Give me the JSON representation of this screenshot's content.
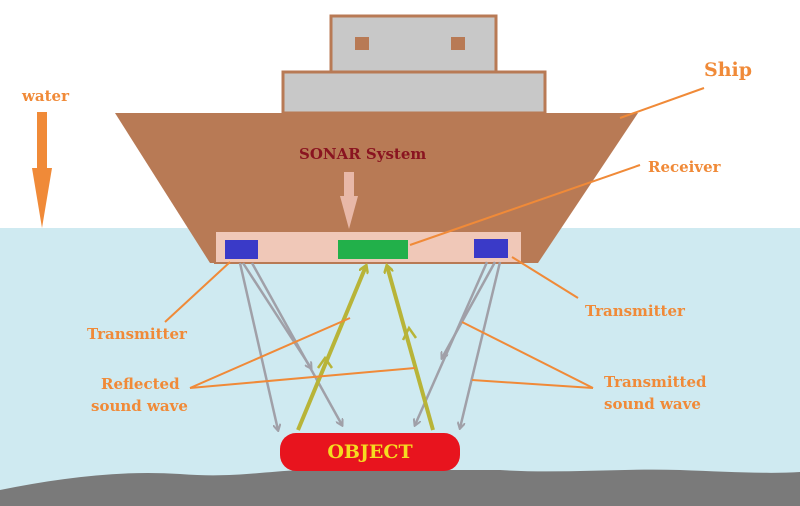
{
  "diagram": {
    "labels": {
      "water": "water",
      "ship": "Ship",
      "sonar_system": "SONAR System",
      "receiver": "Receiver",
      "transmitter_left": "Transmitter",
      "transmitter_right": "Transmitter",
      "reflected_line1": "Reflected",
      "reflected_line2": "sound wave",
      "transmitted_line1": "Transmitted",
      "transmitted_line2": "sound wave",
      "object": "OBJECT"
    },
    "colors": {
      "sky": "#ffffff",
      "water": "#cfeaf1",
      "seabed": "#7a7a7a",
      "hull": "#b87a55",
      "cabin": "#c8c8c8",
      "cabin_window": "#b87a55",
      "sonar_panel": "#f0c8b8",
      "transmitter": "#3a3ac8",
      "receiver": "#22b04a",
      "object": "#e8141e",
      "object_text": "#f5dc20",
      "label": "#f08a38",
      "sonar_label": "#8a1420",
      "transmitted_wave": "#a0a0a8",
      "reflected_wave": "#b8b438"
    }
  }
}
